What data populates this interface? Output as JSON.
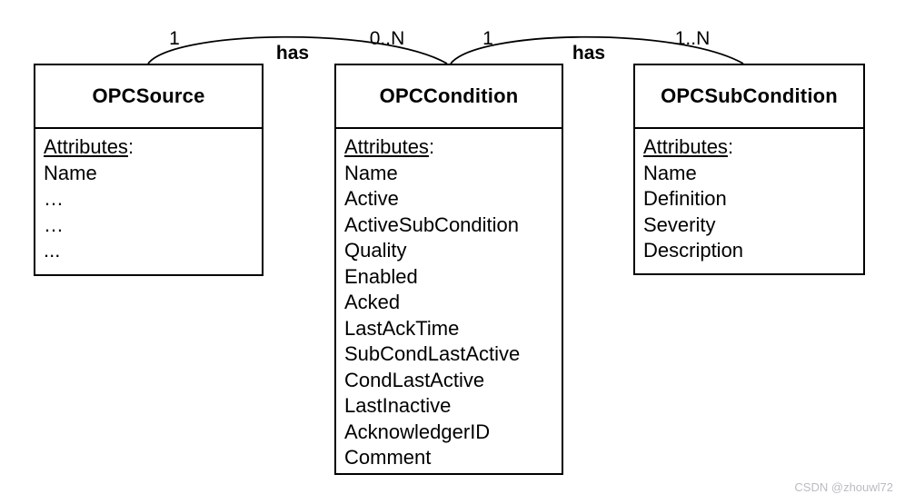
{
  "diagram": {
    "attributes_label": "Attributes",
    "attributes_colon": ":",
    "entities": [
      {
        "name": "OPCSource",
        "attributes": [
          "Name",
          "…",
          "…",
          "..."
        ]
      },
      {
        "name": "OPCCondition",
        "attributes": [
          "Name",
          "Active",
          "ActiveSubCondition",
          "Quality",
          "Enabled",
          "Acked",
          "LastAckTime",
          "SubCondLastActive",
          "CondLastActive",
          "LastInactive",
          "AcknowledgerID",
          "Comment"
        ]
      },
      {
        "name": "OPCSubCondition",
        "attributes": [
          "Name",
          "Definition",
          "Severity",
          "Description"
        ]
      }
    ],
    "relations": [
      {
        "label": "has",
        "from_cardinality": "1",
        "to_cardinality": "0..N"
      },
      {
        "label": "has",
        "from_cardinality": "1",
        "to_cardinality": "1..N"
      }
    ]
  },
  "watermark": "CSDN @zhouwl72",
  "colors": {
    "line": "#000000",
    "text": "#000000",
    "watermark": "#b9bcc1",
    "background": "#ffffff"
  }
}
